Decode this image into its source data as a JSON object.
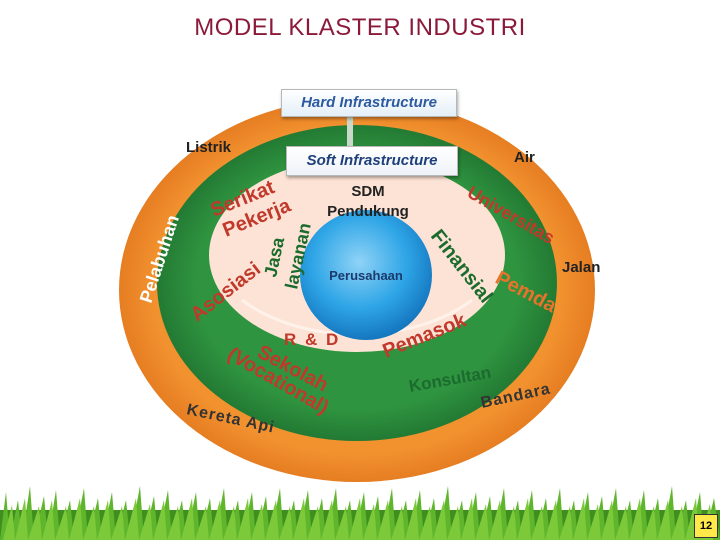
{
  "title": "MODEL KLASTER INDUSTRI",
  "hard_infrastructure": "Hard Infrastructure",
  "soft_infrastructure": "Soft Infrastructure",
  "core": "Perusahaan",
  "outer_ring": {
    "listrik": "Listrik",
    "air": "Air",
    "jalan": "Jalan",
    "bandara": "Bandara",
    "kereta_api": "Kereta Api",
    "pelabuhan": "Pelabuhan"
  },
  "middle_ring": {
    "sdm": "SDM",
    "pendukung": "Pendukung",
    "serikat": "Serikat",
    "pekerja": "Pekerja",
    "asosiasi": "Asosiasi",
    "jasa": "Jasa",
    "layanan": "layanan",
    "universitas": "Universitas",
    "finansial": "Finansial",
    "pemda": "Pemda",
    "pemasok": "Pemasok",
    "konsultan": "Konsultan",
    "rnd": "R & D",
    "sekolah": "Sekolah",
    "vocational": "(Vocational)"
  },
  "slide_number": "12",
  "colors": {
    "outer_ring": "#f0892a",
    "middle_ring": "#2e8a3a",
    "soft_band": "#fde3d5",
    "core": "#27a0e0",
    "title": "#8b1a3a",
    "ring_text": "#ffffff",
    "green_text": "#1c6b2e",
    "orange_text": "#e8732a",
    "red_text": "#c0392b"
  }
}
